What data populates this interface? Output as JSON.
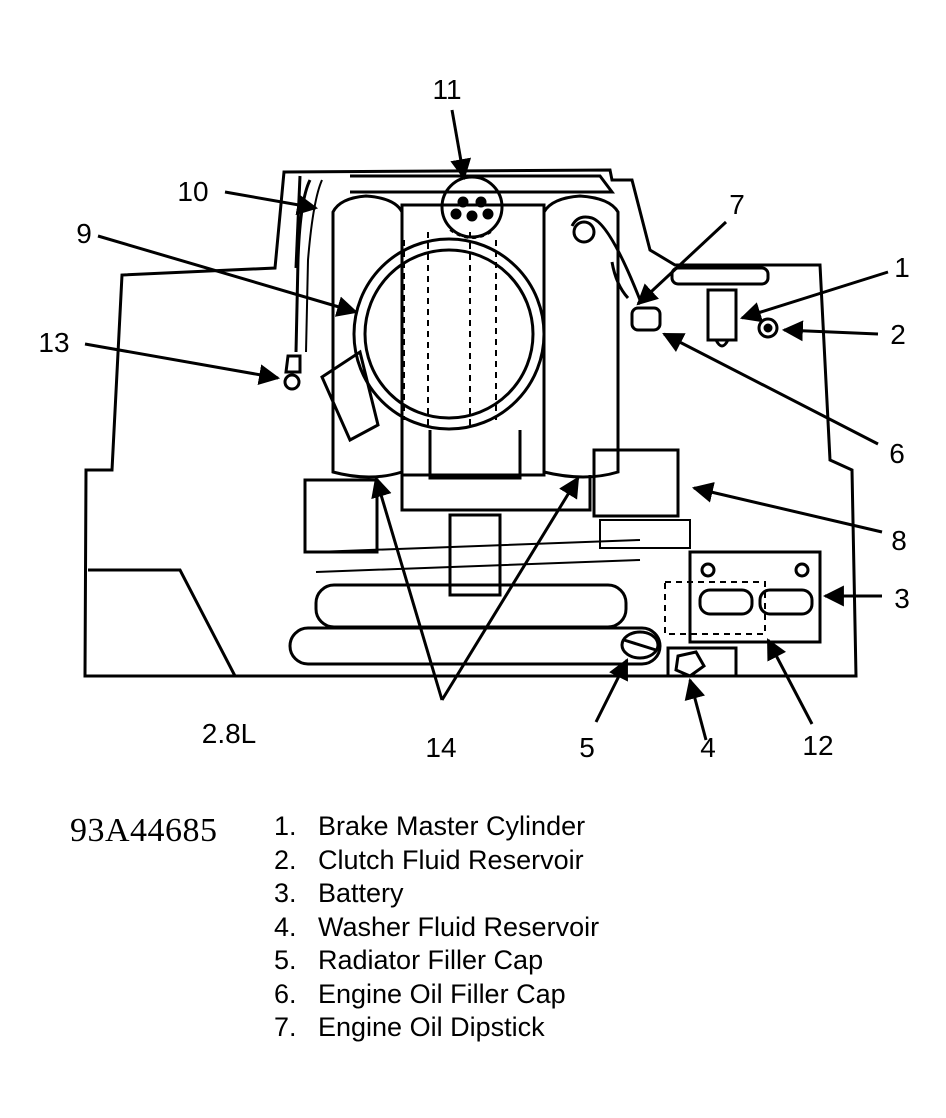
{
  "diagram": {
    "engine_label": "2.8L",
    "callouts": {
      "c1": "1",
      "c2": "2",
      "c3": "3",
      "c4": "4",
      "c5": "5",
      "c6": "6",
      "c7": "7",
      "c8": "8",
      "c9": "9",
      "c10": "10",
      "c11": "11",
      "c12": "12",
      "c13": "13",
      "c14": "14"
    }
  },
  "figure_code": "93A44685",
  "legend": [
    {
      "num": "1.",
      "label": "Brake Master Cylinder"
    },
    {
      "num": "2.",
      "label": "Clutch Fluid Reservoir"
    },
    {
      "num": "3.",
      "label": "Battery"
    },
    {
      "num": "4.",
      "label": "Washer Fluid Reservoir"
    },
    {
      "num": "5.",
      "label": "Radiator Filler Cap"
    },
    {
      "num": "6.",
      "label": "Engine Oil Filler Cap"
    },
    {
      "num": "7.",
      "label": "Engine Oil Dipstick"
    }
  ]
}
